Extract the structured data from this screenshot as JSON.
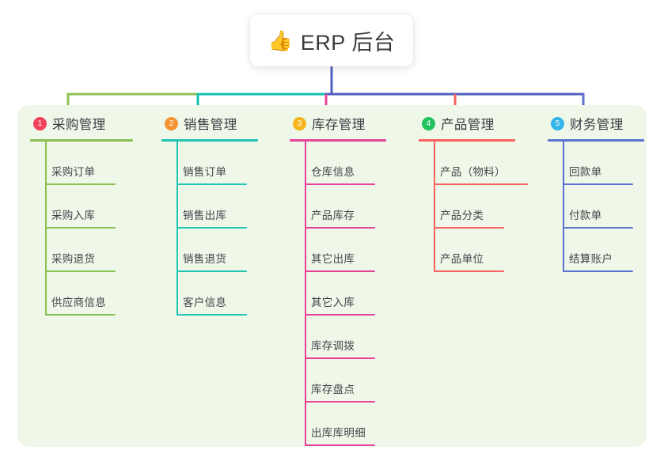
{
  "root": {
    "icon": "thumbs-up-icon",
    "emoji": "👍",
    "label": "ERP 后台"
  },
  "theme": {
    "canvas_bg": "#ffffff",
    "panel_bg": "#eef7e8",
    "root_stem": "#4f5fc0",
    "text": "#3c3c42"
  },
  "columns": [
    {
      "index": "1",
      "title": "采购管理",
      "badge_color": "#f2405d",
      "line_color": "#8cc152",
      "bus_color": "#8cc152",
      "items": [
        {
          "label": "采购订单"
        },
        {
          "label": "采购入库"
        },
        {
          "label": "采购退货"
        },
        {
          "label": "供应商信息"
        }
      ]
    },
    {
      "index": "2",
      "title": "销售管理",
      "badge_color": "#f59233",
      "line_color": "#22c4b4",
      "bus_color": "#13bfae",
      "items": [
        {
          "label": "销售订单"
        },
        {
          "label": "销售出库"
        },
        {
          "label": "销售退货"
        },
        {
          "label": "客户信息"
        }
      ]
    },
    {
      "index": "3",
      "title": "库存管理",
      "badge_color": "#f5b51f",
      "line_color": "#e8439a",
      "bus_color": "#e8439a",
      "items": [
        {
          "label": "仓库信息"
        },
        {
          "label": "产品库存"
        },
        {
          "label": "其它出库"
        },
        {
          "label": "其它入库"
        },
        {
          "label": "库存调拨"
        },
        {
          "label": "库存盘点"
        },
        {
          "label": "出库库明细"
        }
      ]
    },
    {
      "index": "4",
      "title": "产品管理",
      "badge_color": "#22c25f",
      "line_color": "#f9625f",
      "bus_color": "#f9625f",
      "items": [
        {
          "label": "产品（物料）"
        },
        {
          "label": "产品分类"
        },
        {
          "label": "产品单位"
        }
      ]
    },
    {
      "index": "5",
      "title": "财务管理",
      "badge_color": "#34b6e8",
      "line_color": "#5b72d0",
      "bus_color": "#5b72d0",
      "items": [
        {
          "label": "回款单"
        },
        {
          "label": "付款单"
        },
        {
          "label": "结算账户"
        }
      ]
    }
  ]
}
